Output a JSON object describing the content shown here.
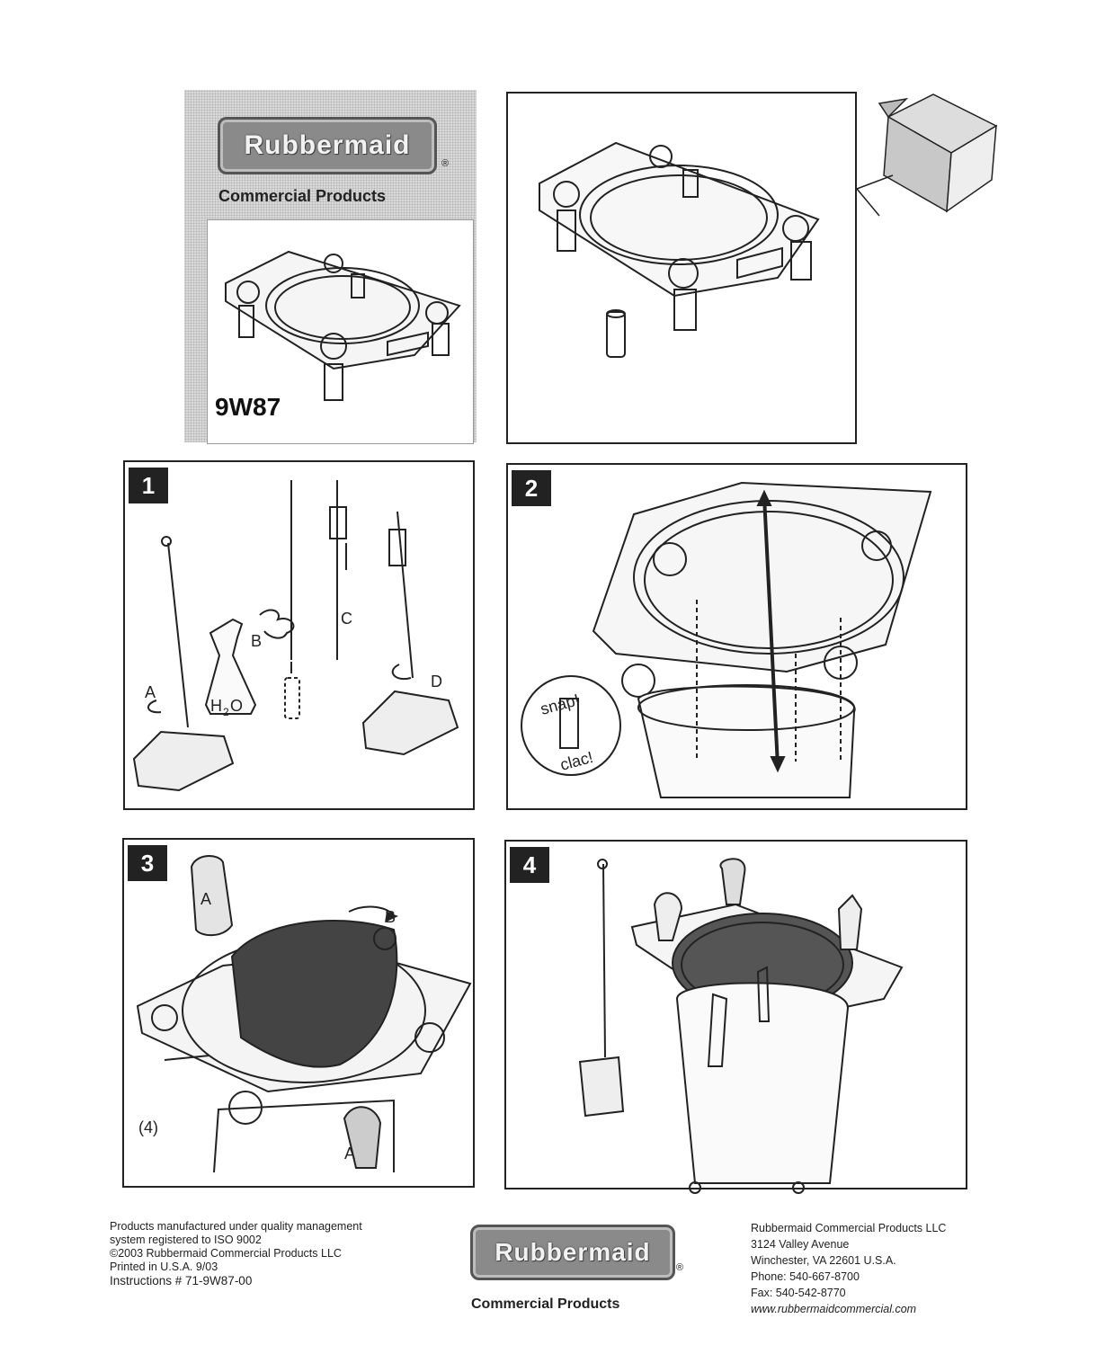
{
  "cover": {
    "brand": "Rubbermaid",
    "registered": "®",
    "division": "Commercial Products",
    "model": "9W87"
  },
  "steps": [
    {
      "number": "1",
      "labels": {
        "a": "A",
        "b": "B",
        "c": "C",
        "d": "D",
        "h2o_main": "H",
        "h2o_sub": "2",
        "h2o_end": "O"
      }
    },
    {
      "number": "2",
      "labels": {
        "snap": "snap!",
        "clac": "clac!"
      }
    },
    {
      "number": "3",
      "labels": {
        "a_roll": "A",
        "b": "B",
        "four": "(4)",
        "a_cloth": "A"
      }
    },
    {
      "number": "4"
    }
  ],
  "footer": {
    "left": [
      "Products manufactured under quality management",
      "system registered to ISO 9002",
      "©2003 Rubbermaid Commercial Products LLC",
      "Printed in U.S.A. 9/03",
      "Instructions # 71-9W87-00"
    ],
    "brand": "Rubbermaid",
    "registered": "®",
    "division": "Commercial Products",
    "right": [
      "Rubbermaid Commercial Products LLC",
      "3124 Valley Avenue",
      "Winchester, VA 22601 U.S.A.",
      "Phone: 540-667-8700",
      "Fax: 540-542-8770"
    ],
    "website": "www.rubbermaidcommercial.com"
  }
}
